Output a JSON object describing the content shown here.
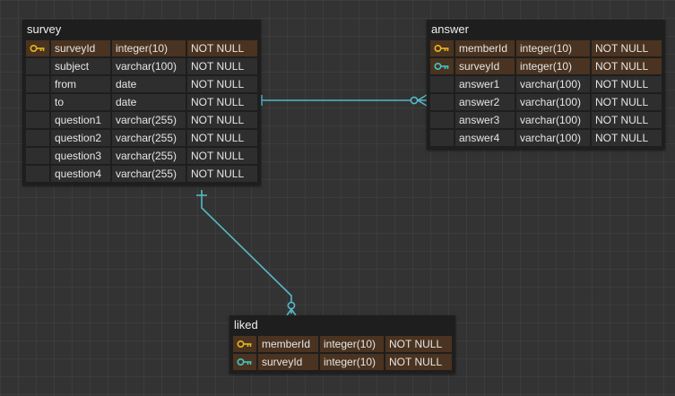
{
  "colors": {
    "canvas": "#333333",
    "table_bg": "#1e1e1e",
    "cell_bg": "#2e2e2e",
    "key_row_bg": "#4a3320",
    "primary_key": "#e5b722",
    "foreign_key": "#3fc7c7",
    "relation_line": "#56b8c8"
  },
  "tables": {
    "survey": {
      "title": "survey",
      "rows": [
        {
          "name": "surveyId",
          "type": "integer(10)",
          "constraint": "NOT NULL",
          "key": "primary-key-icon"
        },
        {
          "name": "subject",
          "type": "varchar(100)",
          "constraint": "NOT NULL",
          "key": ""
        },
        {
          "name": "from",
          "type": "date",
          "constraint": "NOT NULL",
          "key": ""
        },
        {
          "name": "to",
          "type": "date",
          "constraint": "NOT NULL",
          "key": ""
        },
        {
          "name": "question1",
          "type": "varchar(255)",
          "constraint": "NOT NULL",
          "key": ""
        },
        {
          "name": "question2",
          "type": "varchar(255)",
          "constraint": "NOT NULL",
          "key": ""
        },
        {
          "name": "question3",
          "type": "varchar(255)",
          "constraint": "NOT NULL",
          "key": ""
        },
        {
          "name": "question4",
          "type": "varchar(255)",
          "constraint": "NOT NULL",
          "key": ""
        }
      ]
    },
    "answer": {
      "title": "answer",
      "rows": [
        {
          "name": "memberId",
          "type": "integer(10)",
          "constraint": "NOT NULL",
          "key": "primary-key-icon"
        },
        {
          "name": "surveyId",
          "type": "integer(10)",
          "constraint": "NOT NULL",
          "key": "foreign-key-icon"
        },
        {
          "name": "answer1",
          "type": "varchar(100)",
          "constraint": "NOT NULL",
          "key": ""
        },
        {
          "name": "answer2",
          "type": "varchar(100)",
          "constraint": "NOT NULL",
          "key": ""
        },
        {
          "name": "answer3",
          "type": "varchar(100)",
          "constraint": "NOT NULL",
          "key": ""
        },
        {
          "name": "answer4",
          "type": "varchar(100)",
          "constraint": "NOT NULL",
          "key": ""
        }
      ]
    },
    "liked": {
      "title": "liked",
      "rows": [
        {
          "name": "memberId",
          "type": "integer(10)",
          "constraint": "NOT NULL",
          "key": "primary-key-icon"
        },
        {
          "name": "surveyId",
          "type": "integer(10)",
          "constraint": "NOT NULL",
          "key": "foreign-key-icon"
        }
      ]
    }
  },
  "relationships": [
    {
      "from": "survey",
      "to": "answer",
      "from_cardinality": "one",
      "to_cardinality": "zero-or-many"
    },
    {
      "from": "survey",
      "to": "liked",
      "from_cardinality": "one",
      "to_cardinality": "zero-or-many"
    }
  ]
}
